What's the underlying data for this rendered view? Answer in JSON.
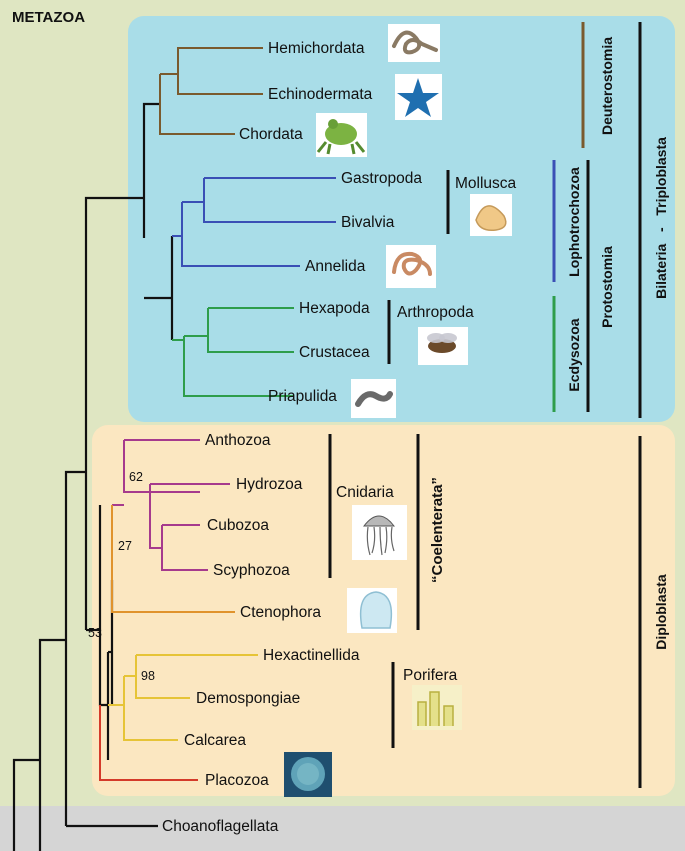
{
  "title": "METAZOA",
  "taxa": {
    "hemichordata": "Hemichordata",
    "echinodermata": "Echinodermata",
    "chordata": "Chordata",
    "gastropoda": "Gastropoda",
    "bivalvia": "Bivalvia",
    "annelida": "Annelida",
    "hexapoda": "Hexapoda",
    "crustacea": "Crustacea",
    "priapulida": "Priapulida",
    "anthozoa": "Anthozoa",
    "hydrozoa": "Hydrozoa",
    "cubozoa": "Cubozoa",
    "scyphozoa": "Scyphozoa",
    "ctenophora": "Ctenophora",
    "hexactinellida": "Hexactinellida",
    "demospongiae": "Demospongiae",
    "calcarea": "Calcarea",
    "placozoa": "Placozoa",
    "choanoflagellata": "Choanoflagellata"
  },
  "groups": {
    "mollusca": "Mollusca",
    "arthropoda": "Arthropoda",
    "cnidaria": "Cnidaria",
    "porifera": "Porifera",
    "coelenterata": "“Coelenterata”",
    "deuterostomia": "Deuterostomia",
    "lophotrochozoa": "Lophotrochozoa",
    "ecdysozoa": "Ecdysozoa",
    "protostomia": "Protostomia",
    "bilateria_triploblasta": "Bilateria   -   Triploblasta",
    "diploblasta": "Diploblasta"
  },
  "bootstrap": {
    "hydro_cubo_scypho": "62",
    "cnidaria": "27",
    "diploblast_clade": "53",
    "demo_calcarea": "98"
  },
  "colors": {
    "outer_green": "#dfe6c2",
    "bilateria_bg": "#a9dde8",
    "diploblasta_bg": "#fbe7c1",
    "deuterostome": "#7a5a2e",
    "lophotrochozoa": "#3a4fb5",
    "ecdysozoa": "#2e9d4b",
    "cnidaria": "#a63a8d",
    "ctenophora": "#e0932c",
    "porifera": "#e6c437",
    "placozoa": "#d43a2a",
    "trunk": "#111111"
  },
  "icons": [
    "acorn-worm-icon",
    "starfish-icon",
    "frog-icon",
    "snail-shell-icon",
    "earthworm-icon",
    "fly-icon",
    "priapulid-worm-icon",
    "jellyfish-icon",
    "ctenophore-icon",
    "sponge-icon",
    "placozoan-icon"
  ]
}
